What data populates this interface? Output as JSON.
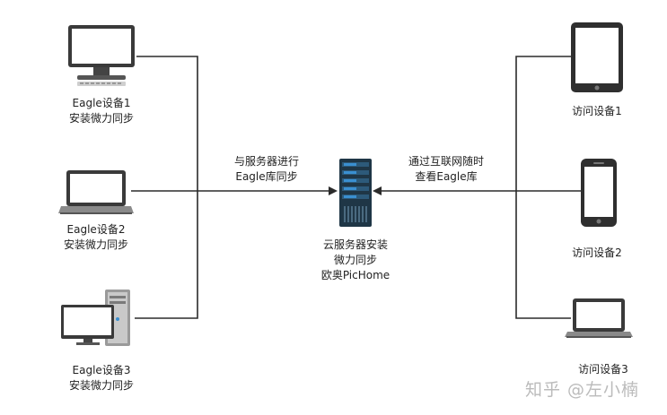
{
  "server": {
    "lines": [
      "云服务器安装",
      "微力同步",
      "欧奥PicHome"
    ]
  },
  "left_devices": [
    {
      "icon": "desktop-monitor-icon",
      "lines": [
        "Eagle设备1",
        "安装微力同步"
      ]
    },
    {
      "icon": "laptop-icon",
      "lines": [
        "Eagle设备2",
        "安装微力同步"
      ]
    },
    {
      "icon": "desktop-tower-icon",
      "lines": [
        "Eagle设备3",
        "安装微力同步"
      ]
    }
  ],
  "right_devices": [
    {
      "icon": "tablet-icon",
      "lines": [
        "访问设备1"
      ]
    },
    {
      "icon": "smartphone-icon",
      "lines": [
        "访问设备2"
      ]
    },
    {
      "icon": "laptop-icon",
      "lines": [
        "访问设备3"
      ]
    }
  ],
  "edge_labels": {
    "left": [
      "与服务器进行",
      "Eagle库同步"
    ],
    "right": [
      "通过互联网随时",
      "查看Eagle库"
    ]
  },
  "watermark": "知乎 @左小楠",
  "colors": {
    "line": "#2b2b2b",
    "device_frame": "#333333",
    "server_body": "#1f3646",
    "server_accent": "#3a8fd0"
  }
}
